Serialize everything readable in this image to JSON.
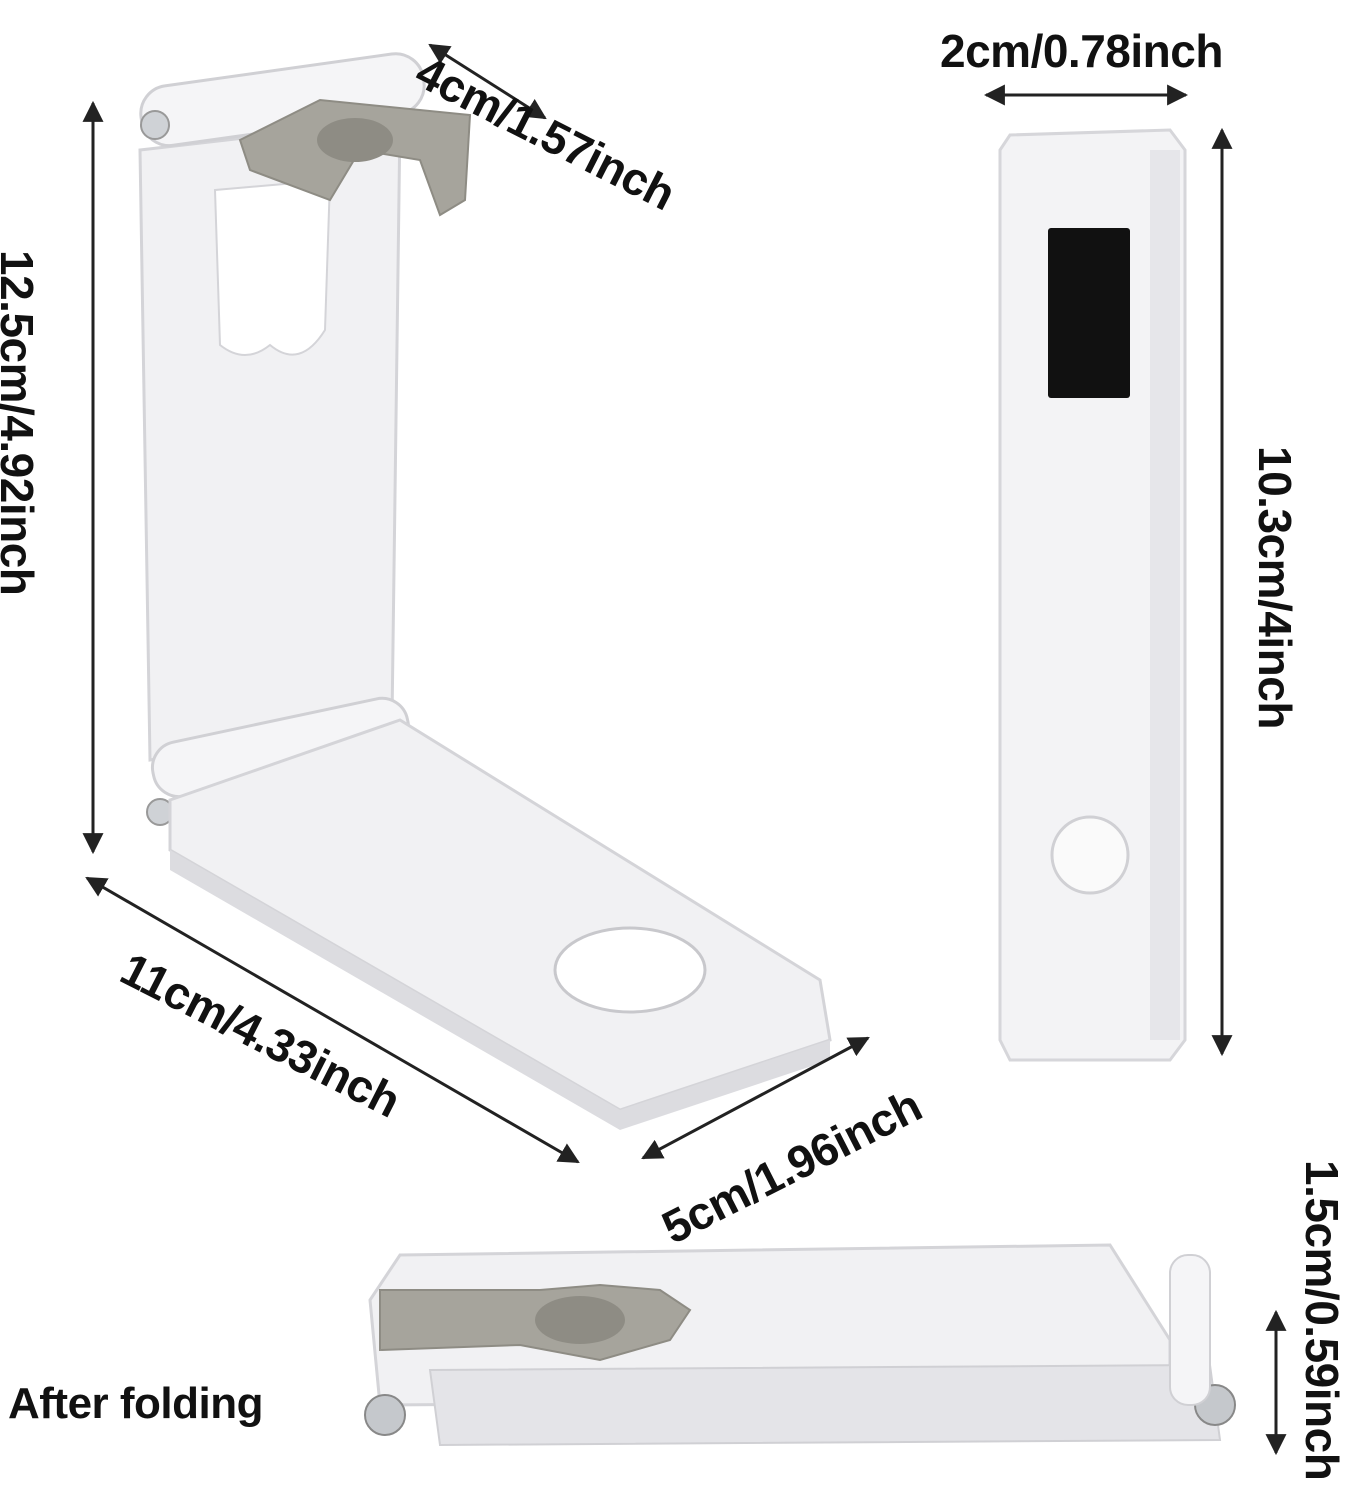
{
  "dimensions": {
    "top_depth": "4cm/1.57inch",
    "height": "12.5cm/4.92inch",
    "length": "11cm/4.33inch",
    "width": "5cm/1.96inch",
    "light_width": "2cm/0.78inch",
    "light_length": "10.3cm/4inch",
    "folded_thickness": "1.5cm/0.59inch"
  },
  "caption": "After folding",
  "colors": {
    "body": "#f1f1f3",
    "body_shade": "#dcdce0",
    "clip": "#a6a49c",
    "screen": "#111111",
    "arrow": "#222222"
  }
}
